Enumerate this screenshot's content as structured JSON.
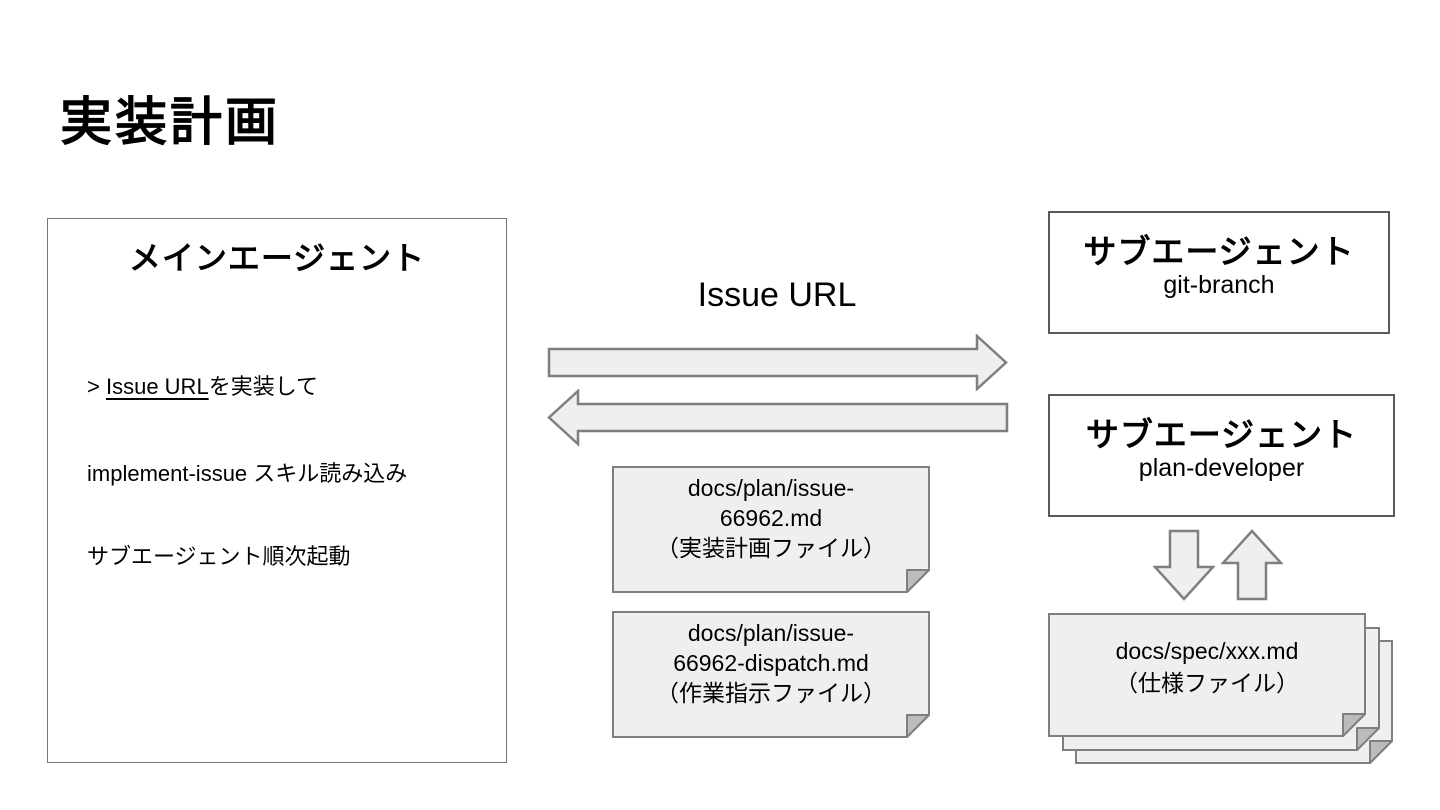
{
  "slide": {
    "title": "実装計画"
  },
  "main_agent": {
    "title": "メインエージェント",
    "prompt": {
      "prefix": "> ",
      "link": "Issue URL",
      "suffix": "を実装して"
    },
    "steps": [
      "implement-issue スキル読み込み",
      "サブエージェント順次起動"
    ]
  },
  "flow": {
    "label": "Issue URL"
  },
  "sub_agents": [
    {
      "title": "サブエージェント",
      "name": "git-branch"
    },
    {
      "title": "サブエージェント",
      "name": "plan-developer"
    }
  ],
  "plan_files": [
    {
      "line1": "docs/plan/issue-",
      "line2": "66962.md",
      "line3": "（実装計画ファイル）"
    },
    {
      "line1": "docs/plan/issue-",
      "line2": "66962-dispatch.md",
      "line3": "（作業指示ファイル）"
    }
  ],
  "spec_file": {
    "line1": "docs/spec/xxx.md",
    "line2": "（仕様ファイル）"
  },
  "colors": {
    "shape-fill": "#efefef",
    "shape-stroke": "#7f7f7f",
    "fold-fill": "#bcbcbc",
    "box-border": "#5a5a5a",
    "main-box-border": "#757575",
    "text": "#000000",
    "background": "#ffffff"
  }
}
